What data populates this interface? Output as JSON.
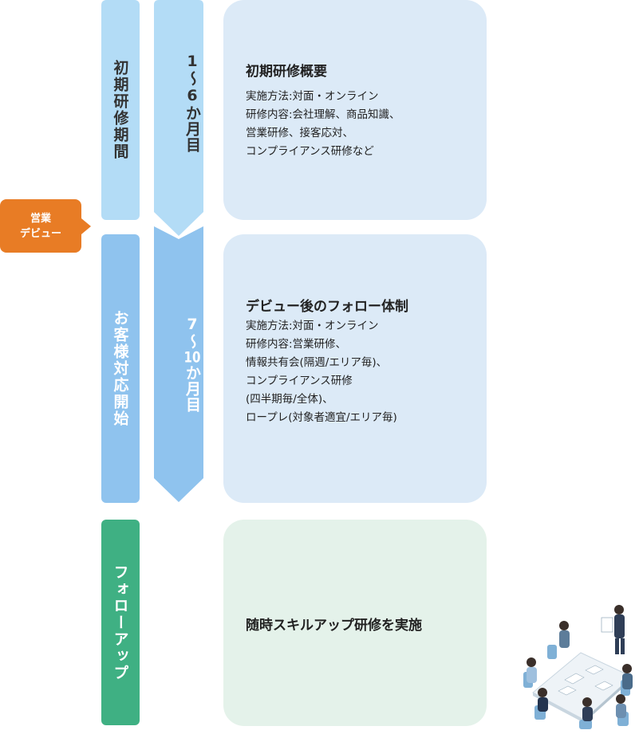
{
  "phases": [
    {
      "label": "初期研修期間"
    },
    {
      "label": "お客様対応開始"
    },
    {
      "label": "フォローアップ"
    }
  ],
  "months": [
    {
      "start": "1",
      "tilde": "～",
      "num": "6",
      "suffix": "か月目"
    },
    {
      "start": "7",
      "tilde": "～",
      "num": "10",
      "suffix": "か月目"
    }
  ],
  "debut_tag": {
    "line1": "営業",
    "line2": "デビュー"
  },
  "cards": [
    {
      "title": "初期研修概要",
      "lines": [
        "実施方法:対面・オンライン",
        "研修内容:会社理解、商品知識、",
        "営業研修、接客応対、",
        "コンプライアンス研修など"
      ]
    },
    {
      "title": "デビュー後のフォロー体制",
      "lines": [
        "実施方法:対面・オンライン",
        "研修内容:営業研修、",
        "情報共有会(隔週/エリア毎)、",
        "コンプライアンス研修",
        "(四半期毎/全体)、",
        "ロープレ(対象者適宜/エリア毎)"
      ]
    },
    {
      "title": "随時スキルアップ研修を実施",
      "lines": []
    }
  ],
  "colors": {
    "phase1": "#b3dcf6",
    "phase2": "#8fc3ee",
    "phase3": "#3fb083",
    "arrow1": "#b3dcf6",
    "arrow2": "#8fc3ee",
    "card_blue": "#dceaf7",
    "card_green": "#e4f2ea",
    "tag": "#e87c25"
  },
  "illustration": {
    "icon": "meeting-people-illustration"
  }
}
